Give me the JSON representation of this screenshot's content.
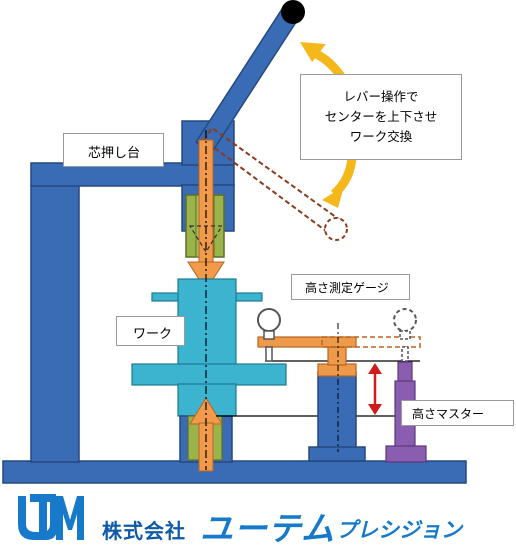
{
  "labels": {
    "daishin": "芯押し台",
    "work": "ワーク",
    "height_gauge": "高さ測定ゲージ",
    "height_master": "高さマスター",
    "lever_note": [
      "レバー操作で",
      "センターを上下させ",
      "ワーク交換"
    ]
  },
  "logo": {
    "mark": "UTM",
    "company": "株式会社",
    "brand": "ユーテム",
    "brand_sub": "プレシジョン"
  },
  "colors": {
    "frame": "#3a6bb5",
    "frame_stroke": "#24497f",
    "work": "#3cb4cf",
    "work_stroke": "#1d7a93",
    "gauge": "#ee9a4b",
    "gauge_stroke": "#b86420",
    "center_arrow": "#f19a4c",
    "bushing": "#9ab34a",
    "master": "#8a5db0",
    "indicator_ring": "#555555",
    "swing_arrow": "#f5b81a",
    "height_arrow": "#d11a1a",
    "logo_blue": "#1679c9"
  }
}
